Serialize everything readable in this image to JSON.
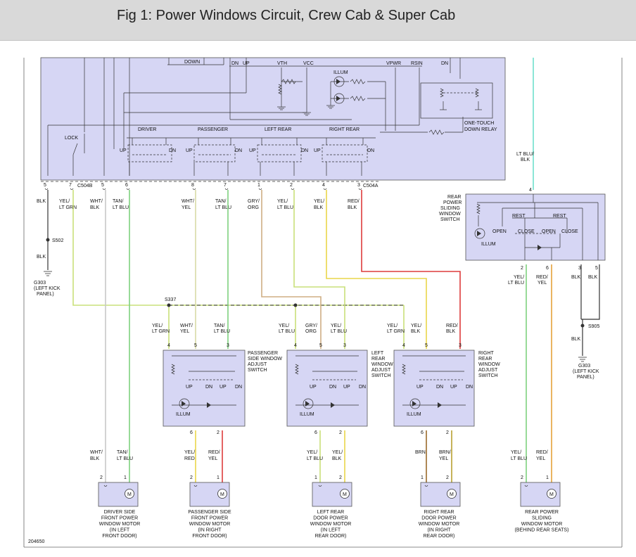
{
  "header": {
    "title": "Fig 1: Power Windows Circuit, Crew Cab & Super Cab"
  },
  "module": {
    "top_labels": [
      "DOWN",
      "DN",
      "UP",
      "VTH",
      "VCC",
      "VPWR",
      "RSIN",
      "DN"
    ],
    "illum": "ILLUM",
    "lock": "LOCK",
    "switch_names": [
      "DRIVER",
      "PASSENGER",
      "LEFT REAR",
      "RIGHT REAR"
    ],
    "up": "UP",
    "dn": "DN",
    "relay_line1": "ONE-TOUCH",
    "relay_line2": "DOWN RELAY",
    "connector_b": "C504B",
    "connector_a": "C504A",
    "pins": [
      "5",
      "7",
      "5",
      "6",
      "8",
      "7",
      "1",
      "2",
      "4",
      "3"
    ]
  },
  "module_wires": [
    {
      "l1": "BLK",
      "l2": ""
    },
    {
      "l1": "YEL/",
      "l2": "LT GRN"
    },
    {
      "l1": "WHT/",
      "l2": "BLK"
    },
    {
      "l1": "TAN/",
      "l2": "LT BLU"
    },
    {
      "l1": "WHT/",
      "l2": "YEL"
    },
    {
      "l1": "TAN/",
      "l2": "LT BLU"
    },
    {
      "l1": "GRY/",
      "l2": "ORG"
    },
    {
      "l1": "YEL/",
      "l2": "LT BLU"
    },
    {
      "l1": "YEL/",
      "l2": "BLK"
    },
    {
      "l1": "RED/",
      "l2": "BLK"
    }
  ],
  "ground_left": {
    "splice": "S502",
    "wire": "BLK",
    "ground": "G303",
    "loc1": "(LEFT KICK",
    "loc2": "PANEL)"
  },
  "ground_right": {
    "splice": "S905",
    "wire": "BLK",
    "ground": "G303",
    "loc1": "(LEFT KICK",
    "loc2": "PANEL)"
  },
  "splice_s337": "S337",
  "rear_slider": {
    "wire_top_l1": "LT BLU/",
    "wire_top_l2": "BLK",
    "pin_top": "4",
    "label": [
      "REAR",
      "POWER",
      "SLIDING",
      "WINDOW",
      "SWITCH"
    ],
    "rest": "REST",
    "open": "OPEN",
    "close": "CLOSE",
    "illum": "ILLUM",
    "pins": [
      "2",
      "6",
      "3",
      "5"
    ],
    "wires": [
      {
        "l1": "YEL/",
        "l2": "LT BLU"
      },
      {
        "l1": "RED/",
        "l2": "YEL"
      },
      {
        "l1": "BLK",
        "l2": ""
      },
      {
        "l1": "BLK",
        "l2": ""
      }
    ]
  },
  "door_switches": [
    {
      "label": [
        "PASSENGER",
        "SIDE WINDOW",
        "ADJUST",
        "SWITCH"
      ],
      "top_pins": [
        "4",
        "5",
        "3"
      ],
      "top_wires": [
        {
          "l1": "YEL/",
          "l2": "LT GRN"
        },
        {
          "l1": "WHT/",
          "l2": "YEL"
        },
        {
          "l1": "TAN/",
          "l2": "LT BLU"
        }
      ],
      "bottom_pins": [
        "6",
        "2"
      ]
    },
    {
      "label": [
        "LEFT",
        "REAR",
        "WINDOW",
        "ADJUST",
        "SWITCH"
      ],
      "top_pins": [
        "4",
        "5",
        "3"
      ],
      "top_wires": [
        {
          "l1": "YEL/",
          "l2": "LT BLU"
        },
        {
          "l1": "GRY/",
          "l2": "ORG"
        },
        {
          "l1": "YEL/",
          "l2": "LT BLU"
        }
      ],
      "bottom_pins": [
        "6",
        "2"
      ]
    },
    {
      "label": [
        "RIGHT",
        "REAR",
        "WINDOW",
        "ADJUST",
        "SWITCH"
      ],
      "top_pins": [
        "4",
        "5",
        "3"
      ],
      "top_wires": [
        {
          "l1": "YEL/",
          "l2": "LT GRN"
        },
        {
          "l1": "YEL/",
          "l2": "BLK"
        },
        {
          "l1": "RED/",
          "l2": "BLK"
        }
      ],
      "bottom_pins": [
        "6",
        "2"
      ]
    }
  ],
  "switch_inner": {
    "up": "UP",
    "dn": "DN",
    "illum": "ILLUM"
  },
  "motors": [
    {
      "wires": [
        {
          "l1": "WHT/",
          "l2": "BLK"
        },
        {
          "l1": "TAN/",
          "l2": "LT BLU"
        }
      ],
      "pins": [
        "2",
        "1"
      ],
      "label": [
        "DRIVER SIDE",
        "FRONT POWER",
        "WINDOW MOTOR",
        "(IN LEFT",
        "FRONT DOOR)"
      ]
    },
    {
      "wires": [
        {
          "l1": "YEL/",
          "l2": "RED"
        },
        {
          "l1": "RED/",
          "l2": "YEL"
        }
      ],
      "pins": [
        "2",
        "1"
      ],
      "label": [
        "PASSENGER SIDE",
        "FRONT POWER",
        "WINDOW MOTOR",
        "(IN RIGHT",
        "FRONT DOOR)"
      ]
    },
    {
      "wires": [
        {
          "l1": "YEL/",
          "l2": "LT BLU"
        },
        {
          "l1": "YEL/",
          "l2": "BLK"
        }
      ],
      "pins": [
        "1",
        "2"
      ],
      "label": [
        "LEFT REAR",
        "DOOR POWER",
        "WINDOW MOTOR",
        "(IN LEFT",
        "REAR DOOR)"
      ]
    },
    {
      "wires": [
        {
          "l1": "BRN",
          "l2": ""
        },
        {
          "l1": "BRN/",
          "l2": "YEL"
        }
      ],
      "pins": [
        "1",
        "2"
      ],
      "label": [
        "RIGHT REAR",
        "DOOR POWER",
        "WINDOW MOTOR",
        "(IN RIGHT",
        "REAR DOOR)"
      ]
    },
    {
      "wires": [
        {
          "l1": "YEL/",
          "l2": "LT BLU"
        },
        {
          "l1": "RED/",
          "l2": "YEL"
        }
      ],
      "pins": [
        "2",
        "1"
      ],
      "label": [
        "REAR POWER",
        "SLIDING",
        "WINDOW MOTOR",
        "(BEHIND REAR SEATS)",
        ""
      ]
    }
  ],
  "motor_symbol": "M",
  "figure_number": "204650",
  "colors": {
    "module_fill": "#d6d6f4",
    "border": "#555555",
    "yellow_green": "#c9e07a",
    "tan": "#cfae84",
    "green": "#7fd07f",
    "red": "#dd3c3c",
    "orange": "#e5a23a",
    "cyan": "#6ee0cc",
    "white_gray": "#c8c8c8",
    "yellow": "#e9d64a",
    "brown": "#9b6a2a"
  }
}
